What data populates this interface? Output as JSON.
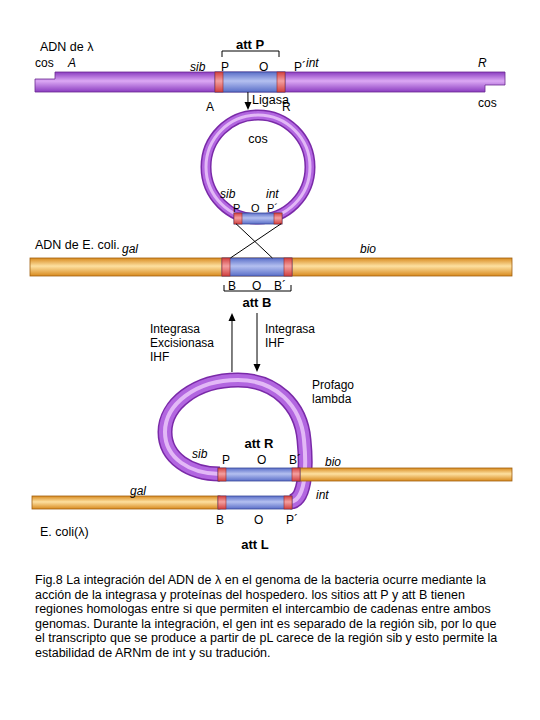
{
  "diagram": {
    "caption": "Fig.8 La integración del ADN de λ en el genoma de la bacteria ocurre mediante la acción de la integrasa y proteínas del hospedero. los sitios att P y att B tienen regiones homologas entre si que permiten el intercambio de cadenas entre ambos genomas. Durante la integración, el gen int es separado de la región sib, por lo que el transcripto que se produce a partir de pL carece de la región sib y esto permite la estabilidad de ARNm de int y su tradución.",
    "nodes": [
      {
        "text": [
          "ADN de λ"
        ]
      },
      {
        "text": [
          "att P"
        ],
        "in": 0
      },
      {
        "text": [
          "cos"
        ]
      },
      {
        "text": [
          "ADN de E. coli."
        ]
      },
      {
        "text": [
          "att B"
        ],
        "in": 3
      },
      {
        "text": [
          "E. coli(λ)"
        ]
      },
      {
        "text": [
          "att R"
        ],
        "in": 5
      },
      {
        "text": [
          "att L"
        ],
        "in": 5
      }
    ],
    "edges": [
      {
        "from": 0,
        "to": 2,
        "arrow": "to",
        "label": "Ligasa"
      },
      {
        "from": 2,
        "to": 4,
        "arrow": "none"
      },
      {
        "from": 2,
        "to": 4,
        "arrow": "none"
      },
      {
        "from": 5,
        "to": 4,
        "arrow": "to",
        "label": "Integrasa Excisionasa IHF"
      },
      {
        "from": 4,
        "to": 5,
        "arrow": "to",
        "label": "Integrasa IHF"
      }
    ],
    "labels": [
      "cos",
      "A",
      "sib",
      "P",
      "O",
      "P´",
      "int",
      "R",
      "cos",
      "A",
      "R",
      "sib",
      "int",
      "P",
      "O",
      "P´",
      "gal",
      "bio",
      "B",
      "O",
      "B´",
      "sib",
      "P",
      "O",
      "B´",
      "Profago lambda",
      "bio",
      "gal",
      "int",
      "B",
      "O",
      "P´"
    ]
  }
}
